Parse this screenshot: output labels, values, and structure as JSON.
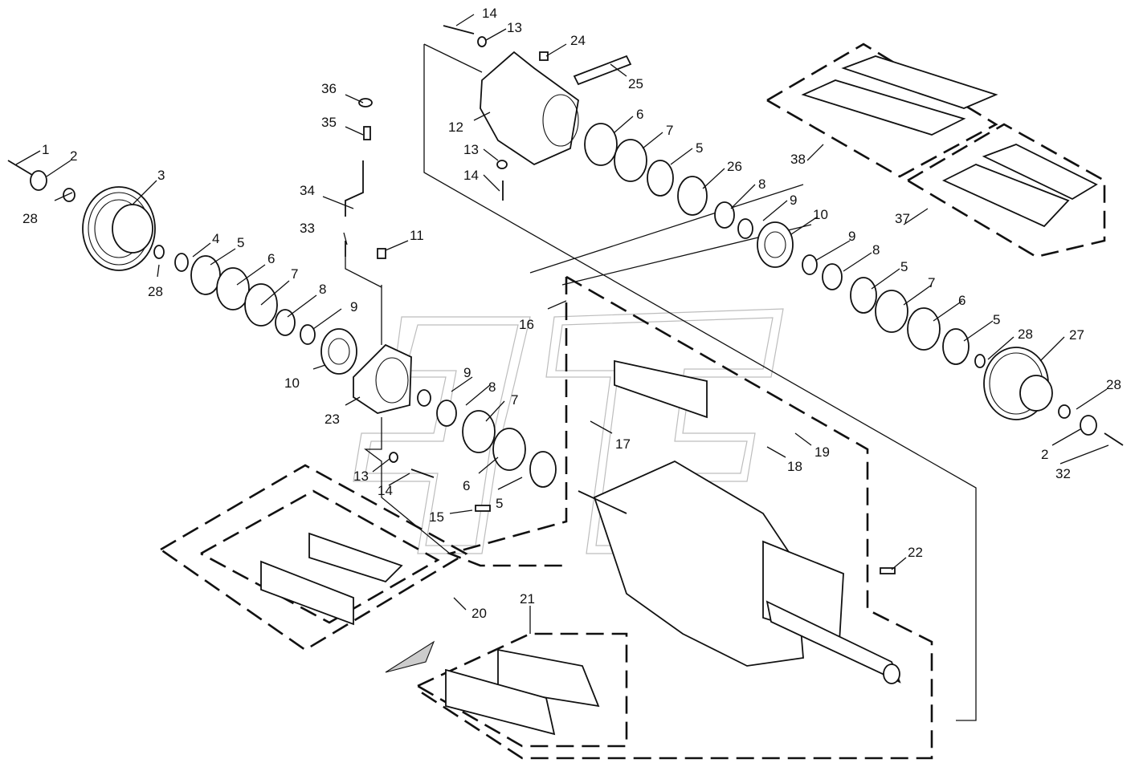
{
  "callouts": [
    {
      "id": "c1",
      "text": "1"
    },
    {
      "id": "c2a",
      "text": "2"
    },
    {
      "id": "c3",
      "text": "3"
    },
    {
      "id": "c28a",
      "text": "28"
    },
    {
      "id": "c28b",
      "text": "28"
    },
    {
      "id": "c4",
      "text": "4"
    },
    {
      "id": "c5a",
      "text": "5"
    },
    {
      "id": "c6a",
      "text": "6"
    },
    {
      "id": "c7a",
      "text": "7"
    },
    {
      "id": "c8a",
      "text": "8"
    },
    {
      "id": "c9a",
      "text": "9"
    },
    {
      "id": "c10a",
      "text": "10"
    },
    {
      "id": "c23",
      "text": "23"
    },
    {
      "id": "c11",
      "text": "11"
    },
    {
      "id": "c33",
      "text": "33"
    },
    {
      "id": "c34",
      "text": "34"
    },
    {
      "id": "c35",
      "text": "35"
    },
    {
      "id": "c36",
      "text": "36"
    },
    {
      "id": "c14a",
      "text": "14"
    },
    {
      "id": "c13a",
      "text": "13"
    },
    {
      "id": "c24",
      "text": "24"
    },
    {
      "id": "c25",
      "text": "25"
    },
    {
      "id": "c12",
      "text": "12"
    },
    {
      "id": "c13b",
      "text": "13"
    },
    {
      "id": "c14b",
      "text": "14"
    },
    {
      "id": "c6b",
      "text": "6"
    },
    {
      "id": "c7b",
      "text": "7"
    },
    {
      "id": "c5b",
      "text": "5"
    },
    {
      "id": "c26",
      "text": "26"
    },
    {
      "id": "c8b",
      "text": "8"
    },
    {
      "id": "c9b",
      "text": "9"
    },
    {
      "id": "c10b",
      "text": "10"
    },
    {
      "id": "c9c",
      "text": "9"
    },
    {
      "id": "c8c",
      "text": "8"
    },
    {
      "id": "c5c",
      "text": "5"
    },
    {
      "id": "c7c",
      "text": "7"
    },
    {
      "id": "c6c",
      "text": "6"
    },
    {
      "id": "c5d",
      "text": "5"
    },
    {
      "id": "c28c",
      "text": "28"
    },
    {
      "id": "c27",
      "text": "27"
    },
    {
      "id": "c28d",
      "text": "28"
    },
    {
      "id": "c2b",
      "text": "2"
    },
    {
      "id": "c32",
      "text": "32"
    },
    {
      "id": "c38",
      "text": "38"
    },
    {
      "id": "c37",
      "text": "37"
    },
    {
      "id": "c16",
      "text": "16"
    },
    {
      "id": "c9d",
      "text": "9"
    },
    {
      "id": "c8d",
      "text": "8"
    },
    {
      "id": "c7d",
      "text": "7"
    },
    {
      "id": "c6d",
      "text": "6"
    },
    {
      "id": "c5e",
      "text": "5"
    },
    {
      "id": "c13c",
      "text": "13"
    },
    {
      "id": "c14c",
      "text": "14"
    },
    {
      "id": "c15",
      "text": "15"
    },
    {
      "id": "c17",
      "text": "17"
    },
    {
      "id": "c18",
      "text": "18"
    },
    {
      "id": "c19",
      "text": "19"
    },
    {
      "id": "c20",
      "text": "20"
    },
    {
      "id": "c21",
      "text": "21"
    },
    {
      "id": "c22",
      "text": "22"
    }
  ],
  "colors": {
    "line": "#111111",
    "watermark": "#bdbdbd",
    "background": "#ffffff"
  }
}
